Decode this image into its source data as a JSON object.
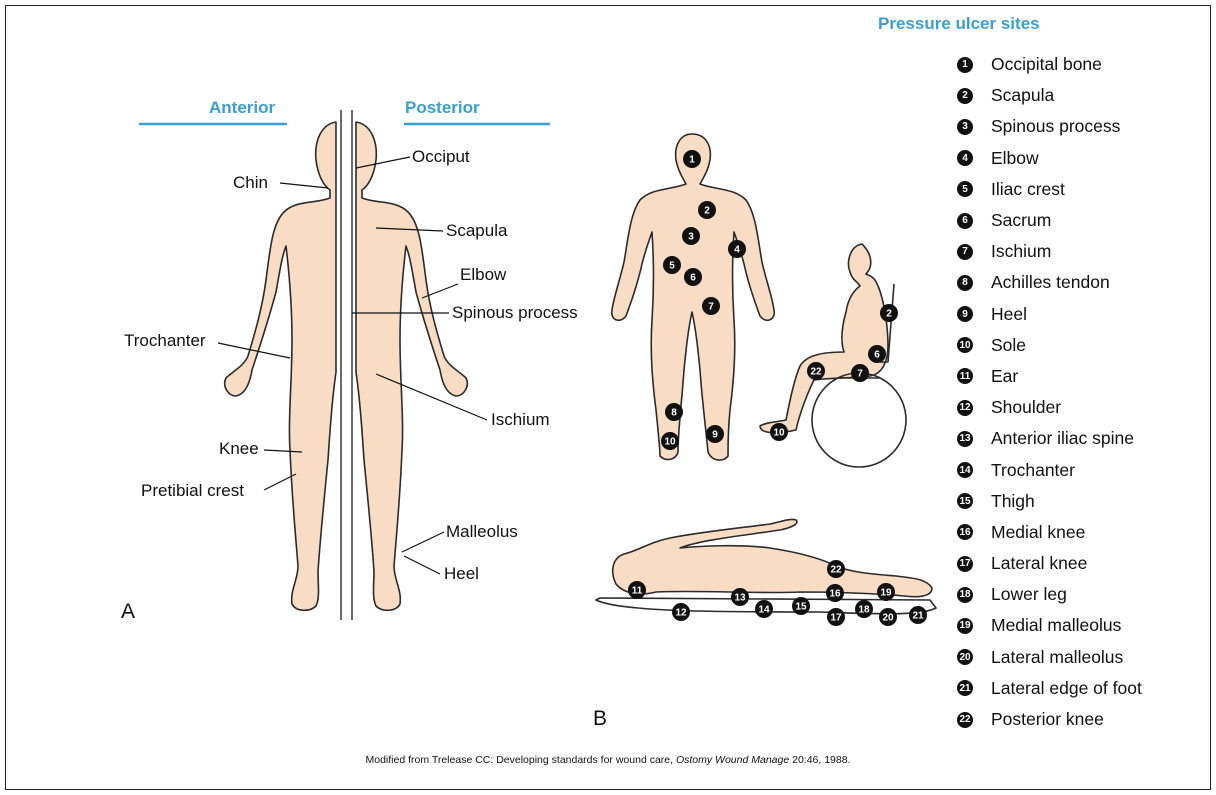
{
  "panel_a": {
    "label": "A",
    "anterior_header": "Anterior",
    "posterior_header": "Posterior",
    "left_labels": {
      "chin": "Chin",
      "trochanter": "Trochanter",
      "knee": "Knee",
      "pretibial": "Pretibial crest"
    },
    "right_labels": {
      "occiput": "Occiput",
      "scapula": "Scapula",
      "elbow": "Elbow",
      "spinous": "Spinous process",
      "ischium": "Ischium",
      "malleolus": "Malleolus",
      "heel": "Heel"
    }
  },
  "panel_b": {
    "label": "B",
    "standing_markers": [
      "1",
      "2",
      "3",
      "4",
      "5",
      "6",
      "7",
      "8",
      "9",
      "10"
    ],
    "seated_markers": [
      "2",
      "6",
      "7",
      "22",
      "10"
    ],
    "lying_markers": [
      "11",
      "12",
      "13",
      "14",
      "15",
      "16",
      "17",
      "18",
      "19",
      "20",
      "21",
      "22"
    ]
  },
  "legend": {
    "title": "Pressure ulcer sites",
    "items": [
      {
        "n": "1",
        "label": "Occipital bone"
      },
      {
        "n": "2",
        "label": "Scapula"
      },
      {
        "n": "3",
        "label": "Spinous process"
      },
      {
        "n": "4",
        "label": "Elbow"
      },
      {
        "n": "5",
        "label": "Iliac crest"
      },
      {
        "n": "6",
        "label": "Sacrum"
      },
      {
        "n": "7",
        "label": "Ischium"
      },
      {
        "n": "8",
        "label": "Achilles tendon"
      },
      {
        "n": "9",
        "label": "Heel"
      },
      {
        "n": "10",
        "label": "Sole"
      },
      {
        "n": "11",
        "label": "Ear"
      },
      {
        "n": "12",
        "label": "Shoulder"
      },
      {
        "n": "13",
        "label": "Anterior iliac spine"
      },
      {
        "n": "14",
        "label": "Trochanter"
      },
      {
        "n": "15",
        "label": "Thigh"
      },
      {
        "n": "16",
        "label": "Medial knee"
      },
      {
        "n": "17",
        "label": "Lateral knee"
      },
      {
        "n": "18",
        "label": "Lower leg"
      },
      {
        "n": "19",
        "label": "Medial malleolus"
      },
      {
        "n": "20",
        "label": "Lateral malleolus"
      },
      {
        "n": "21",
        "label": "Lateral edge of foot"
      },
      {
        "n": "22",
        "label": "Posterior knee"
      }
    ]
  },
  "caption": {
    "prefix": "Modified from Trelease CC: Developing standards for wound care, ",
    "journal": "Ostomy Wound Manage",
    "suffix": " 20:46, 1988."
  },
  "colors": {
    "skin": "#f9dcc4",
    "outline": "#2b2b2b",
    "accent": "#3a9fd3",
    "marker": "#111111"
  }
}
